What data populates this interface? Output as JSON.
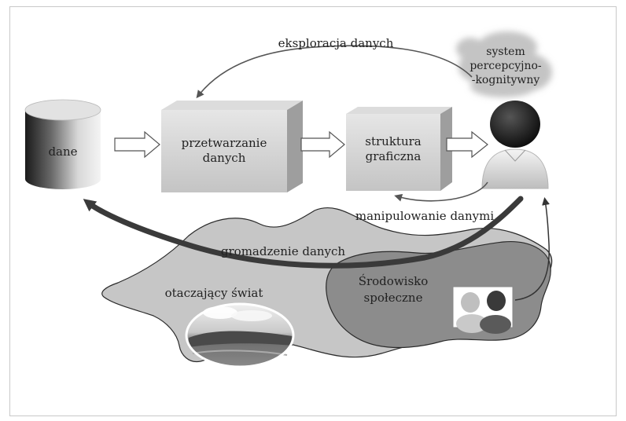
{
  "diagram": {
    "nodes": {
      "data": "dane",
      "processing_line1": "przetwarzanie",
      "processing_line2": "danych",
      "graphic_line1": "struktura",
      "graphic_line2": "graficzna",
      "system_line1": "system",
      "system_line2": "percepcyjno-",
      "system_line3": "-kognitywny",
      "world": "otaczający świat",
      "social_line1": "Środowisko",
      "social_line2": "społeczne"
    },
    "edges": {
      "exploration": "eksploracja danych",
      "manipulation": "manipulowanie danymi",
      "gathering": "gromadzenie danych"
    }
  }
}
